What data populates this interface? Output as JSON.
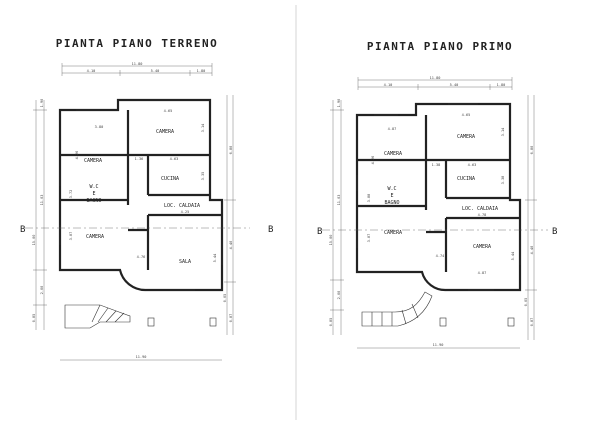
{
  "sheet": {
    "plans": [
      {
        "title": "PIANTA PIANO TERRENO",
        "rooms": {
          "camera_tr": "CAMERA",
          "camera_l": "CAMERA",
          "cucina": "CUCINA",
          "wc": "W.C",
          "wc_and": "E",
          "bagno": "BAGNO",
          "loc_caldaia": "LOC. CALDAIA",
          "camera_bl": "CAMERA",
          "sala": "SALA"
        },
        "dims": {
          "top_total": "11.80",
          "top_a": "4.10",
          "top_b": "5.40",
          "top_c": "1.80",
          "camera_l_w": "3.80",
          "camera_tr_w": "4.65",
          "cucina_w": "4.63",
          "wc_w": "1.36",
          "camera_tr_h": "3.14",
          "camera_l_h": "4.26",
          "cucina_h": "3.35",
          "wc_h": "3.72",
          "loc_caldaia_w": "4.25",
          "camera_bl_h": "3.87",
          "sala_w": "4.76",
          "sala_h": "5.44",
          "left_total": "15.00",
          "left_a": "11.03",
          "left_b": "2.00",
          "left_c": "0.85",
          "right_a": "6.80",
          "right_b": "4.40",
          "right_c": "0.05",
          "right_d": "0.87",
          "bottom_total": "11.90",
          "left_tick": "1.90"
        },
        "section_labels": {
          "left": "B",
          "right": "B"
        }
      },
      {
        "title": "PIANTA PIANO PRIMO",
        "rooms": {
          "camera_tr": "CAMERA",
          "camera_l": "CAMERA",
          "cucina": "CUCINA",
          "wc": "W.C",
          "wc_and": "E",
          "bagno": "BAGNO",
          "loc_caldaia": "LOC. CALDAIA",
          "camera_bl": "CAMERA",
          "camera_br": "CAMERA"
        },
        "dims": {
          "top_total": "11.80",
          "top_a": "4.10",
          "top_b": "5.40",
          "top_c": "1.80",
          "camera_l_w": "4.87",
          "camera_tr_w": "4.65",
          "cucina_w": "4.63",
          "wc_w": "1.38",
          "camera_tr_h": "3.14",
          "camera_l_h": "4.26",
          "cucina_h": "3.38",
          "wc_h": "3.88",
          "loc_caldaia_w": "4.78",
          "camera_bl_h": "3.87",
          "camera_br_w": "4.74",
          "camera_br_h": "5.44",
          "camera_br_b": "4.87",
          "left_total": "15.00",
          "left_a": "11.03",
          "left_b": "2.00",
          "left_c": "0.85",
          "right_a": "6.80",
          "right_b": "4.40",
          "right_c": "0.05",
          "right_d": "0.87",
          "bottom_total": "11.90",
          "left_tick": "1.90"
        },
        "section_labels": {
          "left": "B",
          "right": "B"
        }
      }
    ]
  }
}
